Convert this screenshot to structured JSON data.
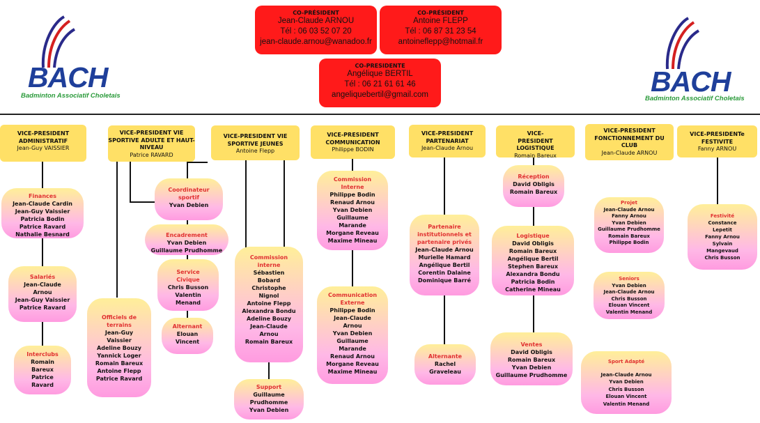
{
  "logo": {
    "text": "BACH",
    "subtitle": "Badminton Associatif Choletais"
  },
  "presidents": [
    {
      "role": "CO-PRÉSIDENT",
      "name": "Jean-Claude ARNOU",
      "phone": "Tél : 06 03 52 07 20",
      "email": "jean-claude.arnou@wanadoo.fr"
    },
    {
      "role": "CO-PRÉSIDENT",
      "name": "Antoine FLEPP",
      "phone": "Tél : 06 87 31 23 54",
      "email": "antoineflepp@hotmail.fr"
    },
    {
      "role": "CO-PRESIDENTE",
      "name": "Angélique BERTIL",
      "phone": "Tél : 06 21 61 61 46",
      "email": "angeliquebertil@gmail.com"
    }
  ],
  "vps": [
    {
      "title": "VICE-PRESIDENT ADMINISTRATIF",
      "name": "Jean-Guy VAISSIER"
    },
    {
      "title": "VICE-PRESIDENT VIE SPORTIVE ADULTE ET HAUT-NIVEAU",
      "name": "Patrice RAVARD"
    },
    {
      "title": "VICE-PRESIDENT VIE SPORTIVE JEUNES",
      "name": "Antoine Flepp"
    },
    {
      "title": "VICE-PRESIDENT COMMUNICATION",
      "name": "Philippe BODIN"
    },
    {
      "title": "VICE-PRESIDENT PARTENARIAT",
      "name": "Jean-Claude Arnou"
    },
    {
      "title": "VICE-PRESIDENT LOGISTIQUE",
      "name": "Romain Bareux"
    },
    {
      "title": "VICE-PRESIDENT FONCTIONNEMENT DU CLUB",
      "name": "Jean-Claude ARNOU"
    },
    {
      "title": "VICE-PRESIDENTe FESTIVITE",
      "name": "Fanny ARNOU"
    }
  ],
  "groups": {
    "finances": {
      "title": "Finances",
      "members": "Jean-Claude Cardin\nJean-Guy Vaissier\nPatricia Bodin\nPatrice Ravard\nNathalie Besnard"
    },
    "salaries": {
      "title": "Salariés",
      "members": "Jean-Claude\nArnou\nJean-Guy Vaissier\nPatrice Ravard"
    },
    "interclubs": {
      "title": "Interclubs",
      "members": "Romain\nBareux\nPatrice\nRavard"
    },
    "officiels": {
      "title": "Officiels de\nterrains",
      "members": "Jean-Guy\nVaissier\nAdeline Bouzy\nYannick Loger\nRomain Bareux\nAntoine Flepp\nPatrice Ravard"
    },
    "coordinateur": {
      "title": "Coordinateur\nsportif",
      "members": "Yvan Debien"
    },
    "encadrement": {
      "title": "Encadrement",
      "members": "Yvan Debien\nGuillaume Prudhomme"
    },
    "service_civique": {
      "title": "Service\nCivique",
      "members": "Chris Busson\nValentin\nMenand"
    },
    "alternant": {
      "title": "Alternant",
      "members": "Elouan\nVincent"
    },
    "commission_jeunes": {
      "title": "Commission\ninterne",
      "members": "Sébastien\nBobard\nChristophe\nNignol\nAntoine Flepp\nAlexandra Bondu\nAdeline Bouzy\nJean-Claude\nArnou\nRomain Bareux"
    },
    "support": {
      "title": "Support",
      "members": "Guillaume\nPrudhomme\nYvan Debien"
    },
    "commission_comm": {
      "title": "Commission\nInterne",
      "members": "Philippe Bodin\nRenaud Arnou\nYvan Debien\nGuillaume\nMarande\nMorgane Reveau\nMaxime Mineau"
    },
    "communication_externe": {
      "title": "Communication\nExterne",
      "members": "Philippe Bodin\nJean-Claude\nArnou\nYvan Debien\nGuillaume\nMarande\nRenaud Arnou\nMorgane Reveau\nMaxime Mineau"
    },
    "partenaire": {
      "title": "Partenaire\ninstitutionnels et\npartenaire privés",
      "members": "Jean-Claude Arnou\nMurielle Hamard\nAngélique Bertil\nCorentin Dalaine\nDominique Barré"
    },
    "alternante": {
      "title": "Alternante",
      "members": "Rachel\nGraveleau"
    },
    "reception": {
      "title": "Réception",
      "members": "David Obligis\nRomain Bareux"
    },
    "logistique": {
      "title": "Logistique",
      "members": "David Obligis\nRomain Bareux\nAngélique Bertil\nStephen Bareux\nAlexandra Bondu\nPatricia Bodin\nCatherine Mineau"
    },
    "ventes": {
      "title": "Ventes",
      "members": "David Obligis\nRomain Bareux\nYvan Debien\nGuillaume Prudhomme"
    },
    "projet": {
      "title": "Projet",
      "members": "Jean-Claude Arnou\nFanny Arnou\nYvan Debien\nGuillaume Prudhomme\nRomain Bareux\nPhilippe Bodin"
    },
    "seniors": {
      "title": "Seniors",
      "members": "Yvan Debien\nJean-Claude Arnou\nChris Busson\nElouan Vincent\nValentin Menand"
    },
    "sport_adapte": {
      "title": "Sport Adapté",
      "members": "Jean-Claude Arnou\nYvan Debien\nChris Busson\nElouan Vincent\nValentin Menand"
    },
    "festivite": {
      "title": "Festivité",
      "members": "Constance\nLepetit\nFanny Arnou\nSylvain\nMangevaud\nChris Busson"
    }
  }
}
